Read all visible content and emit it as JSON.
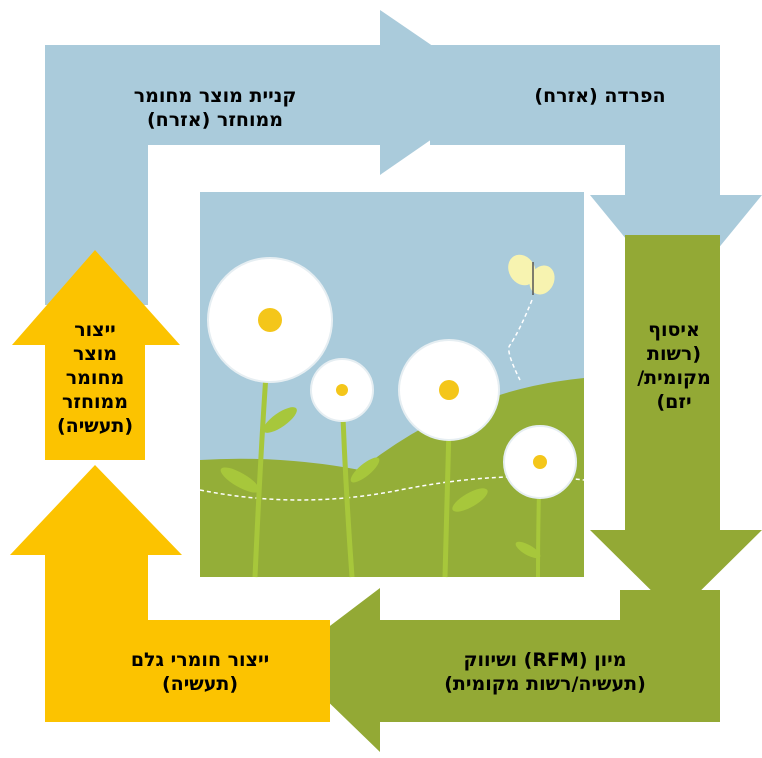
{
  "colors": {
    "blue": "#aacbdb",
    "green": "#93a935",
    "yellow": "#fcc300",
    "sky": "#aacbdb",
    "grass": "#94ae38"
  },
  "steps": {
    "buy_recycled": {
      "lines": [
        "קניית מוצר מחומר",
        "ממוחזר (אזרח)"
      ]
    },
    "separation": {
      "lines": [
        "הפרדה (אזרח)"
      ]
    },
    "collection": {
      "lines": [
        "איסוף",
        "(רשות",
        "מקומית/",
        "יזם)"
      ]
    },
    "sorting": {
      "lines": [
        "מיון (RFM) ושיווק",
        "(תעשיה/רשות מקומית)"
      ]
    },
    "raw_materials": {
      "lines": [
        "ייצור חומרי גלם",
        "(תעשיה)"
      ]
    },
    "recycled_production": {
      "lines": [
        "ייצור",
        "מוצר",
        "מחומר",
        "ממוחזר",
        "(תעשיה)"
      ]
    }
  },
  "illustration": {
    "flowers": "daisy-icon",
    "butterfly": "butterfly-icon"
  }
}
